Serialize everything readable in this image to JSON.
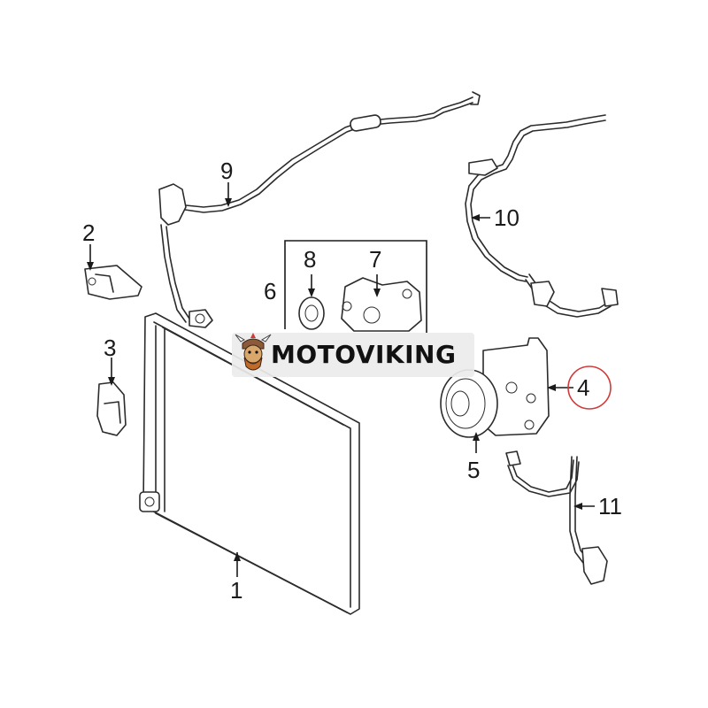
{
  "diagram": {
    "callouts": [
      "1",
      "2",
      "3",
      "4",
      "5",
      "6",
      "7",
      "8",
      "9",
      "10",
      "11"
    ],
    "highlight": {
      "label": "4",
      "color": "#d23a3a"
    },
    "watermark": {
      "text": "MOTOVIKING",
      "logo": "viking-mascot-icon"
    }
  }
}
